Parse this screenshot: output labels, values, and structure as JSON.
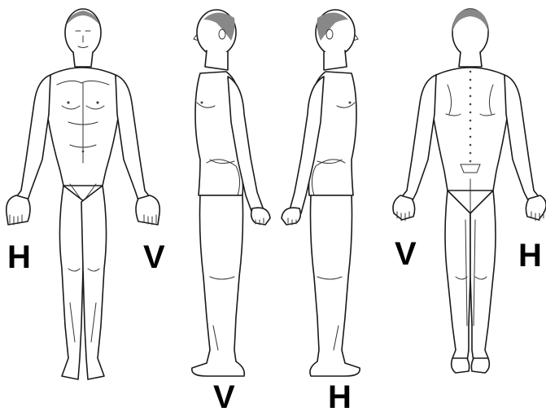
{
  "figures": [
    {
      "view": "front",
      "labels": {
        "figure_right": "H",
        "figure_left": "V"
      }
    },
    {
      "view": "left-lateral",
      "labels": {
        "below": "V"
      }
    },
    {
      "view": "right-lateral",
      "labels": {
        "below": "H"
      }
    },
    {
      "view": "back",
      "labels": {
        "figure_left": "V",
        "figure_right": "H"
      }
    }
  ],
  "colors": {
    "line": "#1a1a1a",
    "fill": "#ffffff",
    "label": "#000000"
  }
}
